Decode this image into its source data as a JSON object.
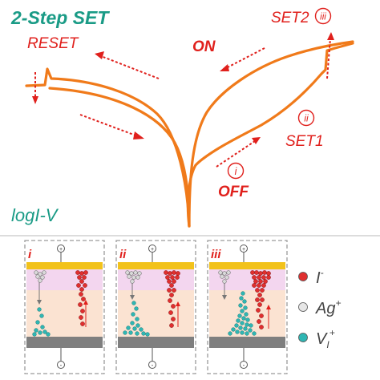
{
  "top_panel": {
    "title": "2-Step SET",
    "axis_label": "logI-V",
    "labels": {
      "reset": "RESET",
      "set2": "SET2",
      "set1": "SET1",
      "on": "ON",
      "off": "OFF"
    },
    "step_markers": {
      "i": "i",
      "ii": "ii",
      "iii": "iii"
    }
  },
  "bottom_panel": {
    "cells": [
      {
        "label": "i",
        "plus": "+",
        "minus": "-"
      },
      {
        "label": "ii",
        "plus": "+",
        "minus": "-"
      },
      {
        "label": "iii",
        "plus": "+",
        "minus": "-"
      }
    ],
    "legend": [
      {
        "symbol": "I",
        "sup": "-",
        "sub": "",
        "color": "#e02f2f"
      },
      {
        "symbol": "Ag",
        "sup": "+",
        "sub": "",
        "color": "#cfcfcf"
      },
      {
        "symbol": "V",
        "sup": "+",
        "sub": "I",
        "color": "#2fb6b3"
      }
    ]
  },
  "colors": {
    "curve": "#f07a1a",
    "title": "#1a9b86",
    "annotation": "#e0201c",
    "top_electrode": "#f2c21a",
    "bottom_electrode": "#7f7f7f",
    "pink_layer": "#f3d6ef",
    "peach_layer": "#fbe3d2"
  }
}
